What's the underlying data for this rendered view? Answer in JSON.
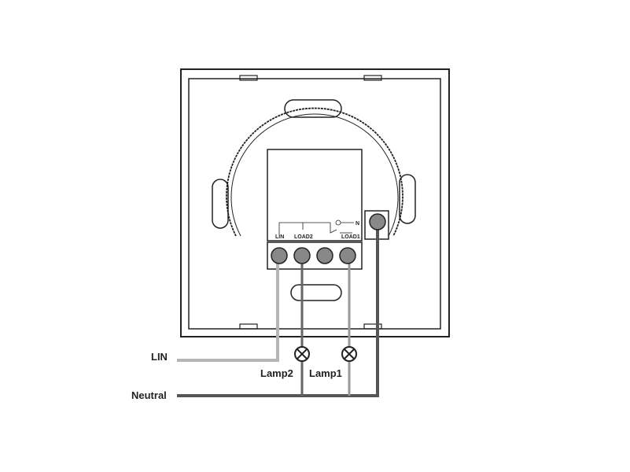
{
  "terminal_labels": {
    "lin": "LIN",
    "load2": "LOAD2",
    "load1": "LOAD1",
    "n": "N"
  },
  "wire_labels": {
    "lin": "LIN",
    "neutral": "Neutral",
    "lamp2": "Lamp2",
    "lamp1": "Lamp1"
  },
  "colors": {
    "lin_wire": "#b5b5b5",
    "neutral_wire": "#555555",
    "outline": "#222222"
  }
}
